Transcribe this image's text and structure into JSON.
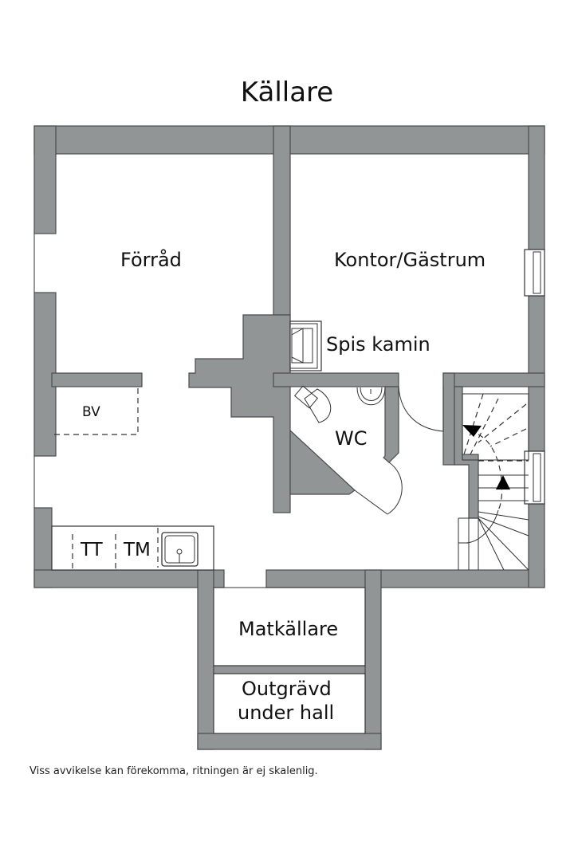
{
  "plan": {
    "title": "Källare",
    "rooms": [
      {
        "id": "forrad",
        "label": "Förråd"
      },
      {
        "id": "kontor",
        "label": "Kontor/Gästrum"
      },
      {
        "id": "spis",
        "label": "Spis kamin"
      },
      {
        "id": "wc",
        "label": "WC"
      },
      {
        "id": "bv",
        "label": "BV"
      },
      {
        "id": "tt",
        "label": "TT"
      },
      {
        "id": "tm",
        "label": "TM"
      },
      {
        "id": "matkallare",
        "label": "Matkällare"
      },
      {
        "id": "outgravd_1",
        "label": "Outgrävd"
      },
      {
        "id": "outgravd_2",
        "label": "under hall"
      }
    ],
    "disclaimer": "Viss avvikelse kan förekomma, ritningen är ej skalenlig.",
    "colors": {
      "wall": "#929596",
      "wall_outline": "#4a4c4d",
      "background": "#ffffff",
      "text": "#111111"
    }
  }
}
